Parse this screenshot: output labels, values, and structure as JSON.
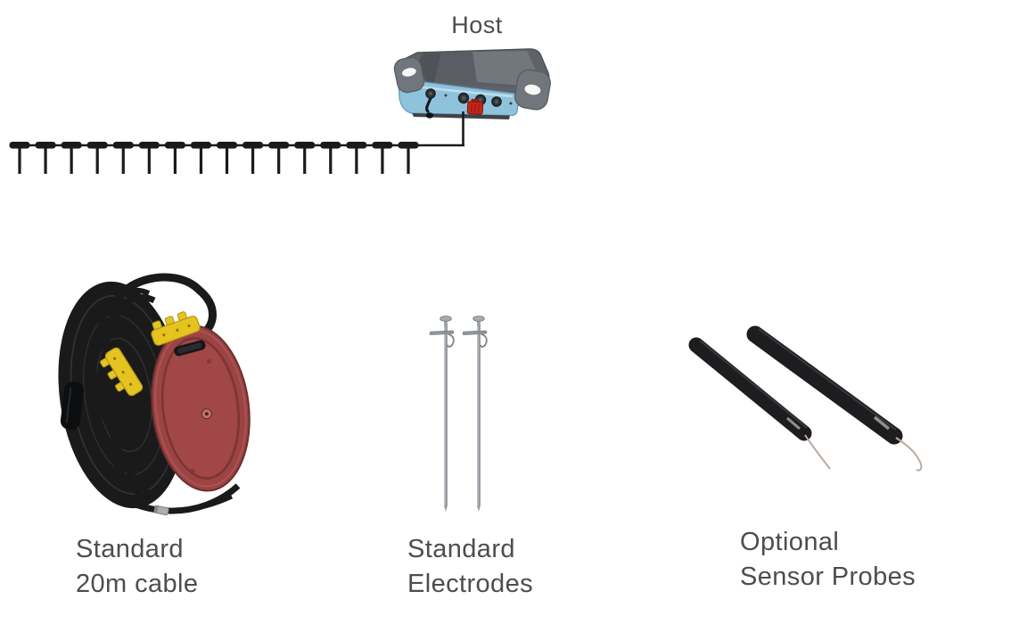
{
  "host": {
    "label": "Host"
  },
  "electrode_line": {
    "electrode_count": 16
  },
  "items": [
    {
      "name": "standard-20m-cable",
      "caption": [
        "Standard",
        "20m cable"
      ]
    },
    {
      "name": "standard-electrodes",
      "caption": [
        "Standard",
        "Electrodes"
      ]
    },
    {
      "name": "optional-sensor-probes",
      "caption": [
        "Optional",
        "Sensor Probes"
      ]
    }
  ],
  "colors": {
    "text": "#4d4d4d",
    "cable_black": "#1a1a1a",
    "reel_red": "#9c4444",
    "connector_yellow": "#e6c41f",
    "host_blue": "#8fc3dc",
    "host_red_connector": "#c3261a",
    "metal_gray": "#989da2",
    "wire_copper": "#b8ab9d"
  }
}
